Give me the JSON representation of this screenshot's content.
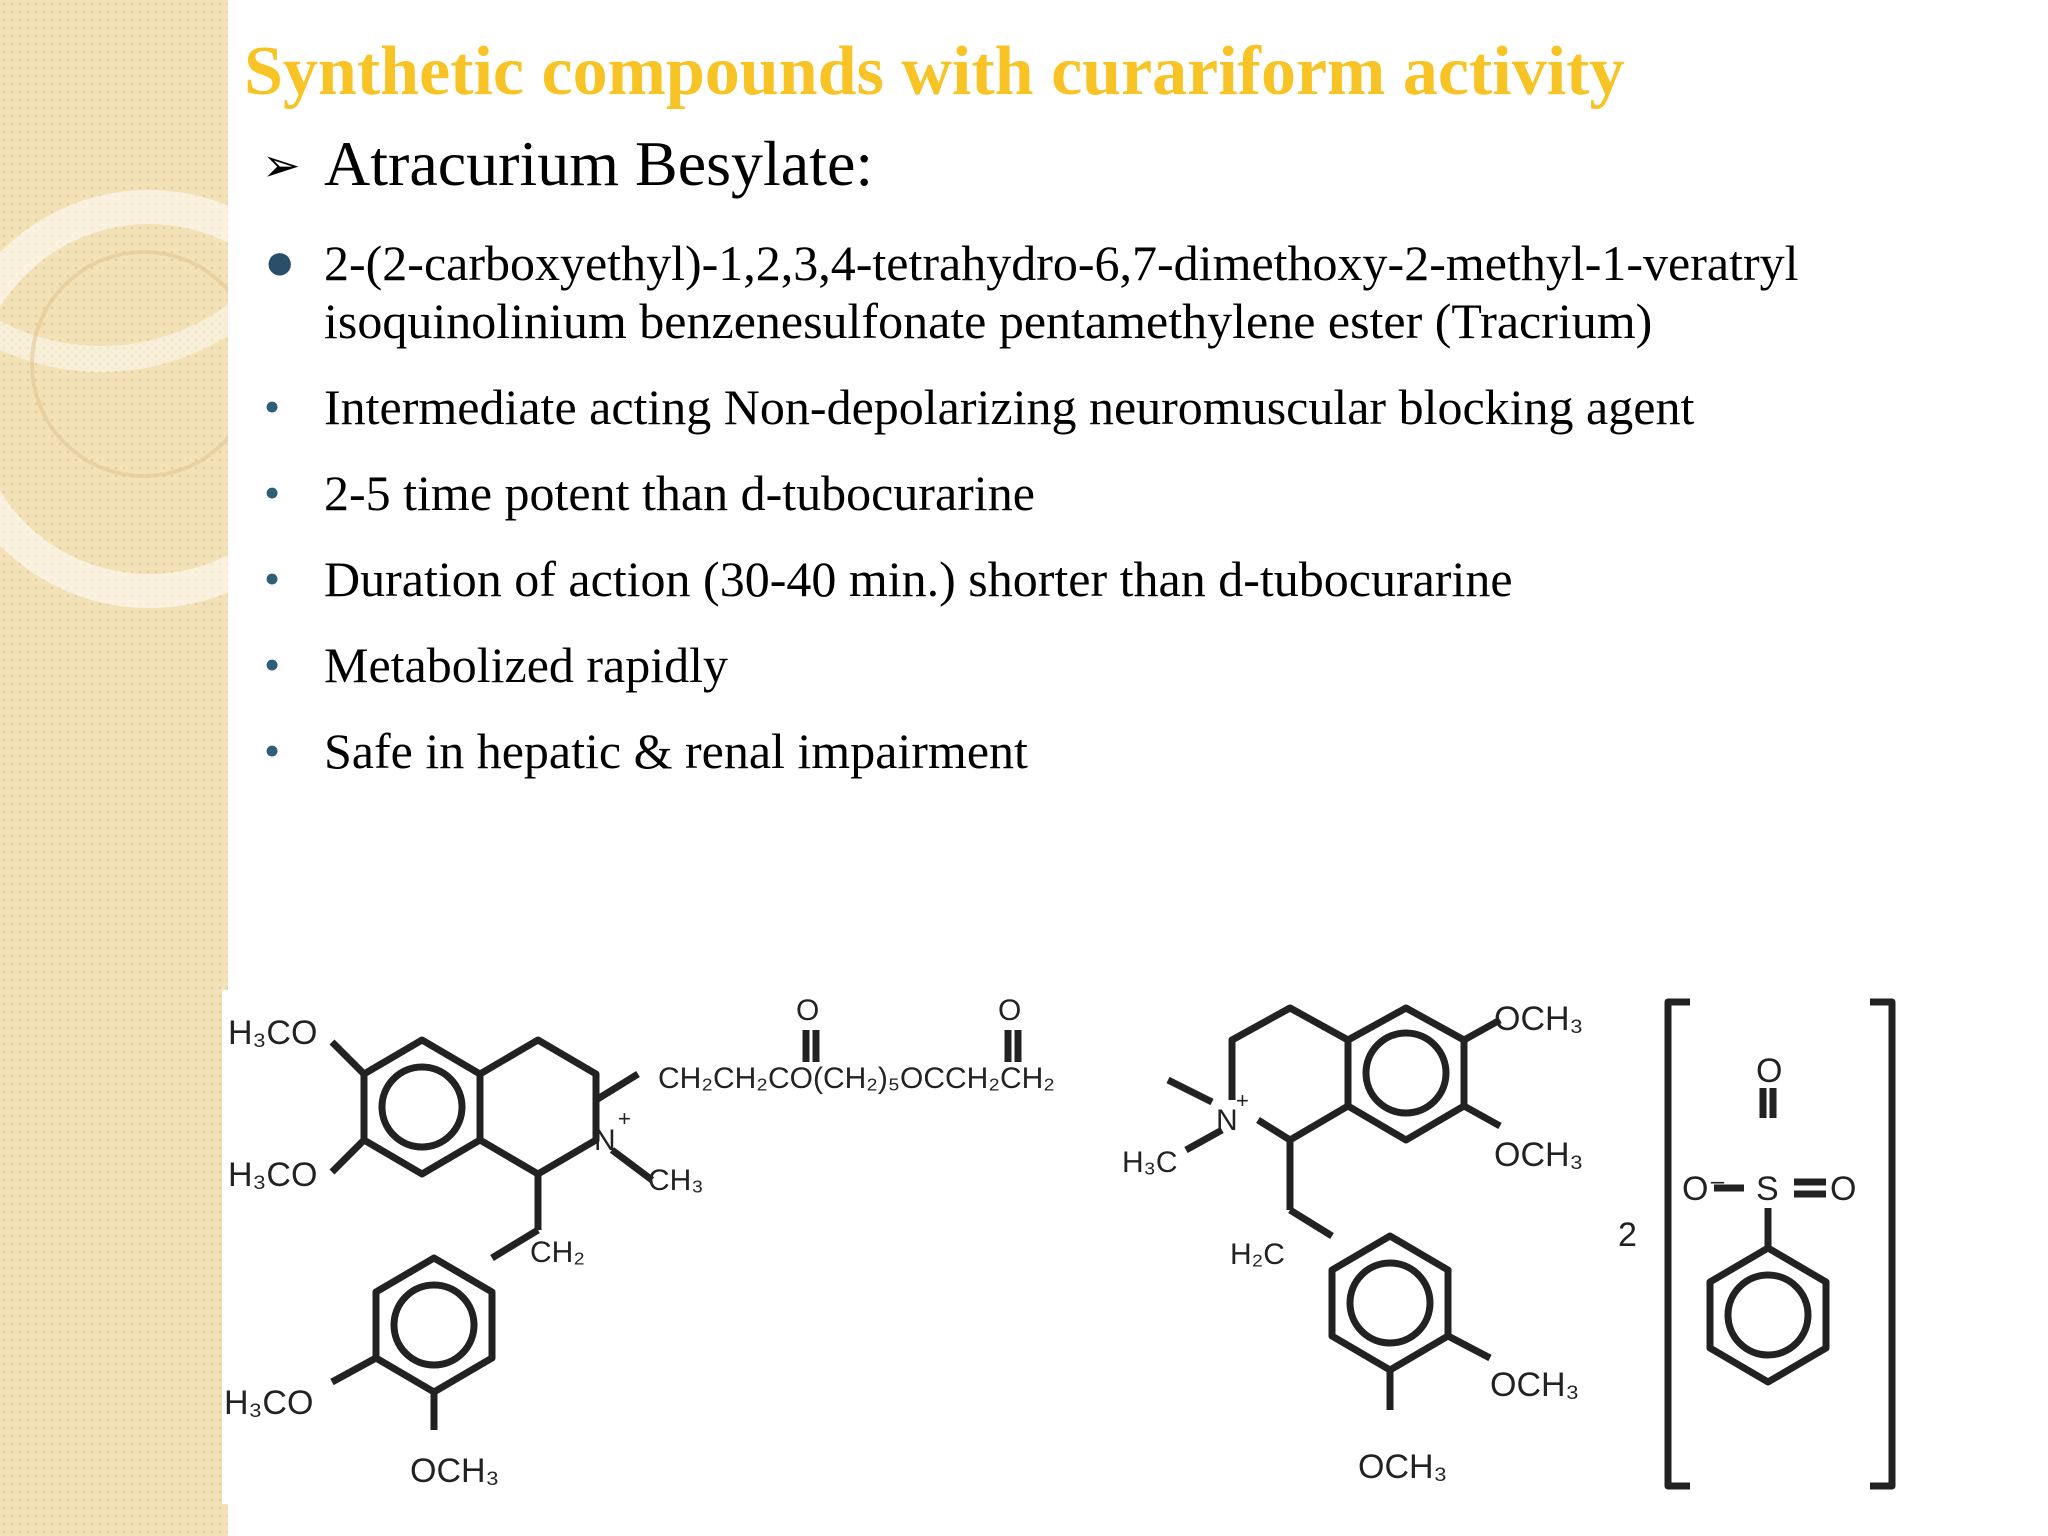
{
  "slide": {
    "title": "Synthetic compounds with curariform activity",
    "subheading": "Atracurium Besylate:",
    "subheading_marker": "➢",
    "bullets": [
      "2-(2-carboxyethyl)-1,2,3,4-tetrahydro-6,7-dimethoxy-2-methyl-1-veratryl isoquinolinium benzenesulfonate pentamethylene ester (Tracrium)",
      "Intermediate acting Non-depolarizing neuromuscular blocking agent",
      "2-5 time potent than d-tubocurarine",
      "Duration of action (30-40 min.) shorter than d-tubocurarine",
      "Metabolized rapidly",
      "Safe in hepatic & renal impairment"
    ]
  },
  "structure": {
    "left_h3co_top": "H",
    "left_h3co_top_sub": "3",
    "left_h3co_top_rest": "CO",
    "chain": "CH₂CH₂CO(CH₂)₅OCCH₂CH₂",
    "carbonyl_o": "O",
    "n_plus": "N",
    "plus": "+",
    "ch3": "CH₃",
    "h3c": "H₃C",
    "ch2": "CH₂",
    "h2c": "H₂C",
    "h3co": "H₃CO",
    "och3": "OCH₃",
    "multiplier": "2",
    "sulfur": "S",
    "oxygen": "O",
    "o_minus": "O⁻"
  },
  "colors": {
    "title": "#f7c325",
    "bullet_dot": "#2f5d7c",
    "strip": "#f3e2b8"
  }
}
